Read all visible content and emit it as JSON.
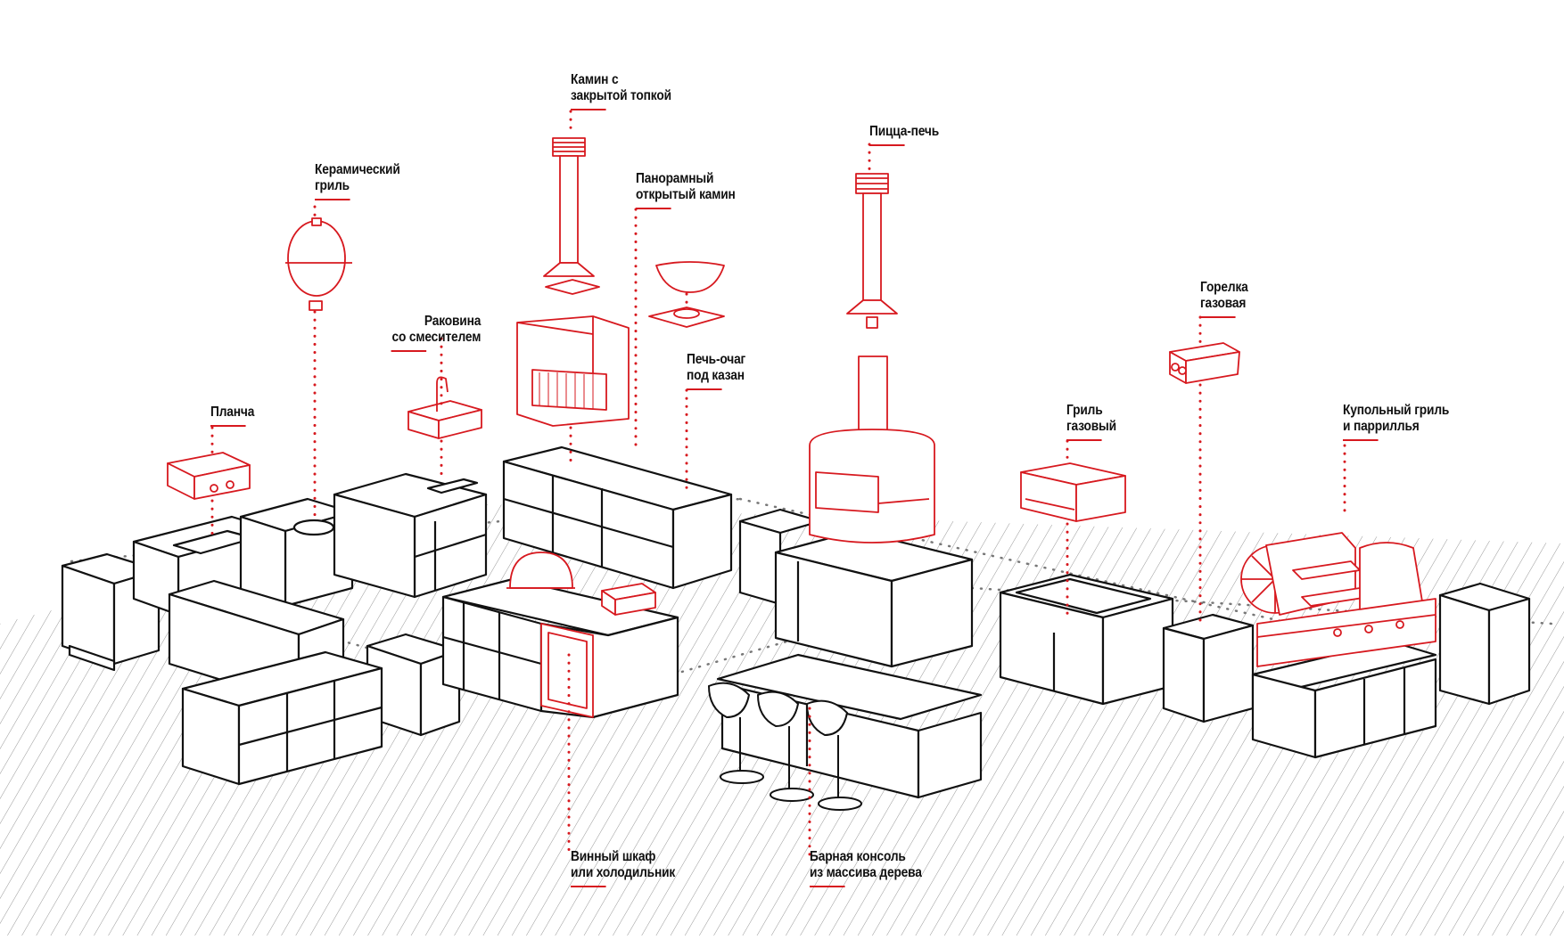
{
  "diagram": {
    "title": "",
    "accent_color": "#d7191f",
    "line_color": "#111111",
    "hatch_color": "#9a9a9a",
    "labels": [
      {
        "id": "kamin-zakrytyj",
        "lines": [
          "Камин с",
          "закрытой топкой"
        ]
      },
      {
        "id": "keramicheskij-gril",
        "lines": [
          "Керамический",
          "гриль"
        ]
      },
      {
        "id": "panoramnyj-kamin",
        "lines": [
          "Панорамный",
          "открытый камин"
        ]
      },
      {
        "id": "picca-pech",
        "lines": [
          "Пицца-печь"
        ]
      },
      {
        "id": "rakovina",
        "lines": [
          "Раковина",
          "со смесителем"
        ]
      },
      {
        "id": "pech-ochag",
        "lines": [
          "Печь-очаг",
          "под казан"
        ]
      },
      {
        "id": "gorelka",
        "lines": [
          "Горелка",
          "газовая"
        ]
      },
      {
        "id": "plancha",
        "lines": [
          "Планча"
        ]
      },
      {
        "id": "gril-gazovyj",
        "lines": [
          "Гриль",
          "газовый"
        ]
      },
      {
        "id": "kupolnyj-gril",
        "lines": [
          "Купольный гриль",
          "и парриллья"
        ]
      },
      {
        "id": "vinnyj-shkaf",
        "lines": [
          "Винный шкаф",
          "или холодильник"
        ]
      },
      {
        "id": "barnaya-konsol",
        "lines": [
          "Барная консоль",
          "из массива дерева"
        ]
      }
    ]
  }
}
